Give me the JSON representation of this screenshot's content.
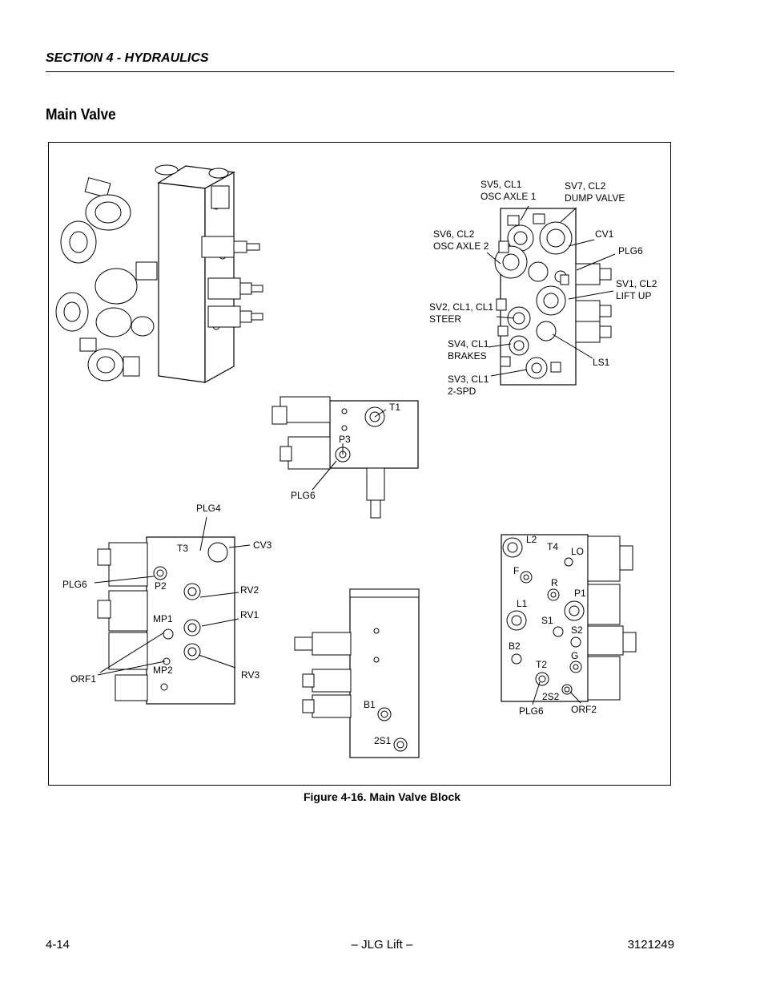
{
  "header": {
    "section": "SECTION 4 - HYDRAULICS"
  },
  "heading": "Main Valve",
  "figure": {
    "caption": "Figure 4-16.  Main Valve Block",
    "callouts": {
      "sv5": [
        "SV5, CL1",
        "OSC AXLE 1"
      ],
      "sv7": [
        "SV7, CL2",
        "DUMP VALVE"
      ],
      "sv6": [
        "SV6, CL2",
        "OSC AXLE 2"
      ],
      "cv1": "CV1",
      "plg6_a": "PLG6",
      "sv1": [
        "SV1, CL2",
        "LIFT UP"
      ],
      "sv2": [
        "SV2, CL1, CL1",
        "STEER"
      ],
      "sv4": [
        "SV4, CL1",
        "BRAKES"
      ],
      "ls1": "LS1",
      "sv3": [
        "SV3, CL1",
        "2-SPD"
      ],
      "t1": "T1",
      "p3": "P3",
      "plg6_b": "PLG6",
      "plg4": "PLG4",
      "t3": "T3",
      "cv3": "CV3",
      "plg6_c": "PLG6",
      "p2": "P2",
      "rv2": "RV2",
      "rv1": "RV1",
      "mp1": "MP1",
      "mp2": "MP2",
      "rv3": "RV3",
      "orf1": "ORF1",
      "b1": "B1",
      "s2_1": "2S1",
      "l2": "L2",
      "t4": "T4",
      "lo": "LO",
      "f": "F",
      "r": "R",
      "p1": "P1",
      "l1": "L1",
      "s1": "S1",
      "s2": "S2",
      "b2": "B2",
      "g": "G",
      "t2": "T2",
      "s2_2": "2S2",
      "plg6_d": "PLG6",
      "orf2": "ORF2"
    }
  },
  "footer": {
    "left": "4-14",
    "center": "– JLG Lift –",
    "right": "3121249"
  }
}
